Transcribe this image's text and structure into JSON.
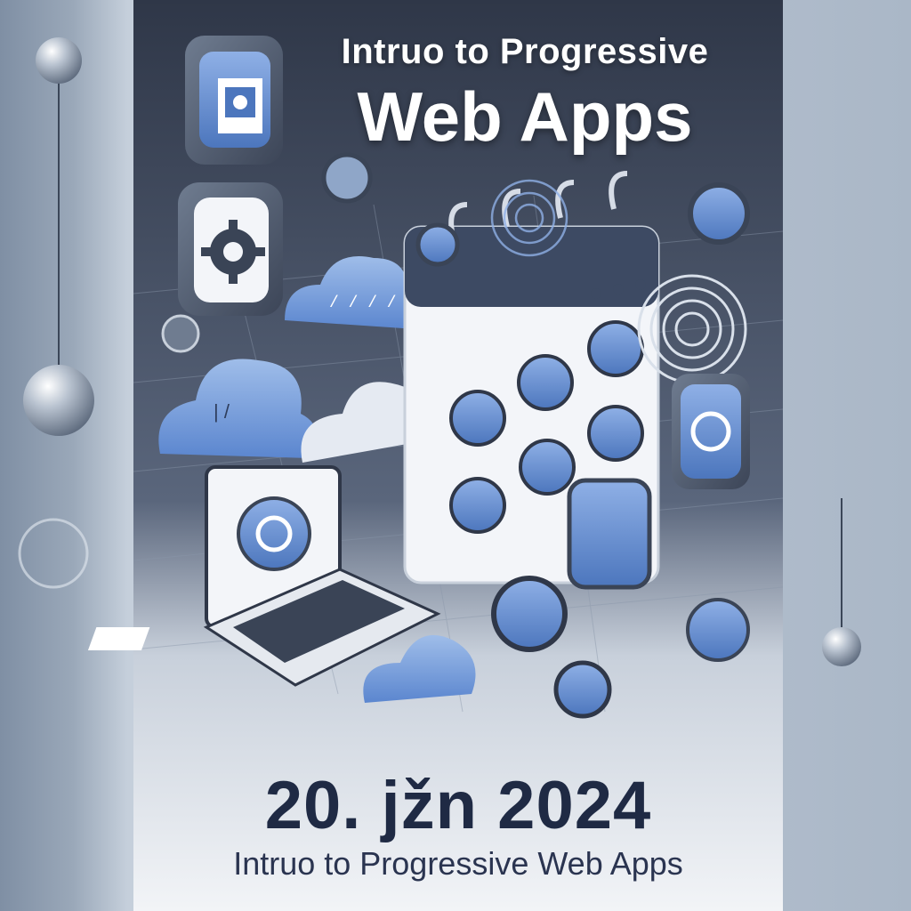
{
  "poster": {
    "title_top": "Intruo to Progressive",
    "title_main": "Web Apps",
    "date": "20. jžn 2024",
    "subtitle": "Intruo to Progressive Web Apps"
  },
  "icons": {
    "window": "browser-window-icon",
    "settings": "gear-icon",
    "cloud_sync": "cloud-sync-icon",
    "cloud": "cloud-icon",
    "calendar": "calendar-icon",
    "laptop": "laptop-icon",
    "fingerprint": "fingerprint-icon",
    "app_buttons": "app-icon"
  },
  "colors": {
    "accent_blue": "#5b86cf",
    "dark_panel": "#3a4456",
    "title_text": "#ffffff",
    "date_text": "#1f2a44"
  }
}
